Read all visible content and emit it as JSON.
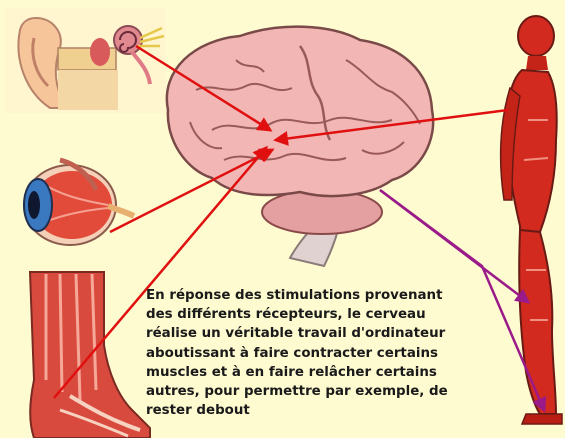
{
  "caption_lines": [
    "En réponse des stimulations provenant",
    "des différents récepteurs, le cerveau",
    "réalise un véritable travail d'ordinateur",
    "aboutissant à faire contracter certains",
    "muscles et à en faire relâcher certains",
    "autres, pour permettre par exemple, de",
    "rester debout"
  ],
  "colors": {
    "background": "#fffbd1",
    "afferent_arrow": "#e01010",
    "efferent_arrow": "#9a1a8a",
    "brain": "#f2b7b5",
    "muscle": "#d22a1e"
  },
  "icons": [
    "ear-illustration",
    "eye-illustration",
    "brain-illustration",
    "foot-leg-illustration",
    "human-muscle-figure-illustration"
  ]
}
